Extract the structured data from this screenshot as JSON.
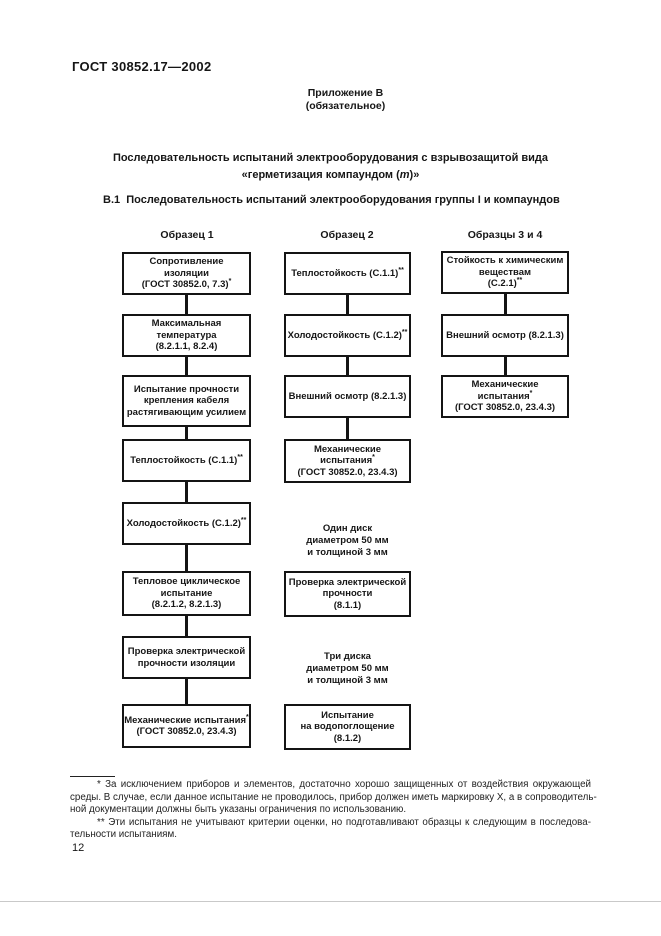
{
  "colors": {
    "ink": "#161616",
    "paper": "#ffffff"
  },
  "page": {
    "standard_ref": "ГОСТ 30852.17—2002",
    "annex": {
      "line1": "Приложение В",
      "line2": "(обязательное)"
    },
    "title": {
      "line1": "Последовательность испытаний электрооборудования с взрывозащитой вида",
      "line2_prefix": "«герметизация компаундом (",
      "line2_var": "m",
      "line2_suffix": ")»"
    },
    "section_heading": "В.1  Последовательность испытаний электрооборудования группы I и компаундов",
    "page_number": "12"
  },
  "flowchart": {
    "columns": [
      {
        "header": "Образец 1",
        "nodes": [
          {
            "lines": [
              {
                "t": "Сопротивление"
              },
              {
                "t": "изоляции"
              },
              {
                "t": "(ГОСТ 30852.0, 7.3)",
                "s": "*"
              }
            ]
          },
          {
            "lines": [
              {
                "t": "Максимальная"
              },
              {
                "t": "температура"
              },
              {
                "t": "(8.2.1.1, 8.2.4)"
              }
            ]
          },
          {
            "lines": [
              {
                "t": "Испытание прочности"
              },
              {
                "t": "крепления кабеля"
              },
              {
                "t": "растягивающим усилием"
              }
            ]
          },
          {
            "lines": [
              {
                "t": "Теплостойкость (С.1.1)",
                "s": "**"
              }
            ]
          },
          {
            "lines": [
              {
                "t": "Холодостойкость (С.1.2)",
                "s": "**"
              }
            ]
          },
          {
            "lines": [
              {
                "t": "Тепловое циклическое"
              },
              {
                "t": "испытание"
              },
              {
                "t": "(8.2.1.2, 8.2.1.3)"
              }
            ]
          },
          {
            "lines": [
              {
                "t": "Проверка электрической"
              },
              {
                "t": "прочности изоляции"
              }
            ]
          },
          {
            "lines": [
              {
                "t": "Механические испытания",
                "s": "*"
              },
              {
                "t": "(ГОСТ 30852.0, 23.4.3)"
              }
            ]
          }
        ]
      },
      {
        "header": "Образец 2",
        "nodes": [
          {
            "lines": [
              {
                "t": "Теплостойкость (С.1.1)",
                "s": "**"
              }
            ]
          },
          {
            "lines": [
              {
                "t": "Холодостойкость (С.1.2)",
                "s": "**"
              }
            ]
          },
          {
            "lines": [
              {
                "t": "Внешний осмотр (8.2.1.3)"
              }
            ]
          },
          {
            "lines": [
              {
                "t": "Механические испытания",
                "s": "*"
              },
              {
                "t": "(ГОСТ 30852.0, 23.4.3)"
              }
            ]
          },
          {
            "lines": [
              {
                "t": "Проверка электрической"
              },
              {
                "t": "прочности"
              },
              {
                "t": "(8.1.1)"
              }
            ]
          },
          {
            "lines": [
              {
                "t": "Испытание"
              },
              {
                "t": "на водопоглощение"
              },
              {
                "t": "(8.1.2)"
              }
            ]
          }
        ],
        "labels": [
          {
            "lines": [
              {
                "t": "Один диск"
              },
              {
                "t": "диаметром 50 мм"
              },
              {
                "t": "и толщиной 3 мм"
              }
            ]
          },
          {
            "lines": [
              {
                "t": "Три диска"
              },
              {
                "t": "диаметром 50 мм"
              },
              {
                "t": "и толщиной 3 мм"
              }
            ]
          }
        ]
      },
      {
        "header": "Образцы 3 и 4",
        "nodes": [
          {
            "lines": [
              {
                "t": "Стойкость к химическим"
              },
              {
                "t": "веществам"
              },
              {
                "t": "(С.2.1)",
                "s": "**"
              }
            ]
          },
          {
            "lines": [
              {
                "t": "Внешний осмотр (8.2.1.3)"
              }
            ]
          },
          {
            "lines": [
              {
                "t": "Механические испытания",
                "s": "*"
              },
              {
                "t": "(ГОСТ 30852.0, 23.4.3)"
              }
            ]
          }
        ]
      }
    ]
  },
  "footnotes": {
    "note1": [
      {
        "t": "* За исключением приборов и элементов, достаточно хорошо защищенных от воздействия окружающей"
      },
      {
        "t": "среды. В случае, если данное испытание не проводилось, прибор должен иметь маркировку Х, а в сопроводитель-"
      },
      {
        "t": "ной документации должны быть указаны ограничения по использованию."
      }
    ],
    "note2": [
      {
        "t": "** Эти испытания не учитывают критерии оценки, но подготавливают образцы к следующим в последова-"
      },
      {
        "t": "тельности испытаниям."
      }
    ]
  }
}
